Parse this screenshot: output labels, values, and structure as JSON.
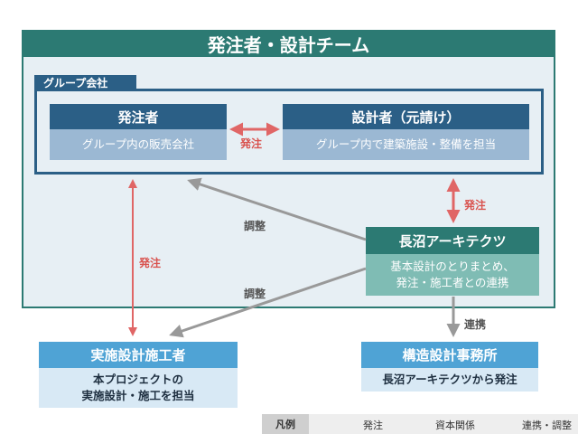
{
  "team": {
    "title": "発注者・設計チーム"
  },
  "group": {
    "label": "グループ会社"
  },
  "client": {
    "title": "発注者",
    "subtitle": "グループ内の販売会社"
  },
  "designer": {
    "title": "設計者（元請け）",
    "subtitle": "グループ内で建築施設・整備を担当"
  },
  "architect": {
    "title": "長沼アーキテクツ",
    "subtitle_line1": "基本設計のとりまとめ、",
    "subtitle_line2": "発注・施工者との連携"
  },
  "contractor": {
    "title": "実施設計施工者",
    "subtitle_line1": "本プロジェクトの",
    "subtitle_line2": "実施設計・施工を担当"
  },
  "structural": {
    "title": "構造設計事務所",
    "subtitle": "長沼アーキテクツから発注"
  },
  "edge_labels": {
    "client_designer": "発注",
    "designer_architect": "発注",
    "client_contractor": "発注",
    "architect_group": "調整",
    "architect_contractor": "調整",
    "architect_structural": "連携"
  },
  "legend": {
    "title": "凡例",
    "order": "発注",
    "capital": "資本関係",
    "coord": "連携・調整"
  },
  "colors": {
    "order_arrow": "#e06666",
    "coord_arrow": "#999999",
    "capital_line": "#2b5f86",
    "team_teal": "#2c7a73"
  }
}
